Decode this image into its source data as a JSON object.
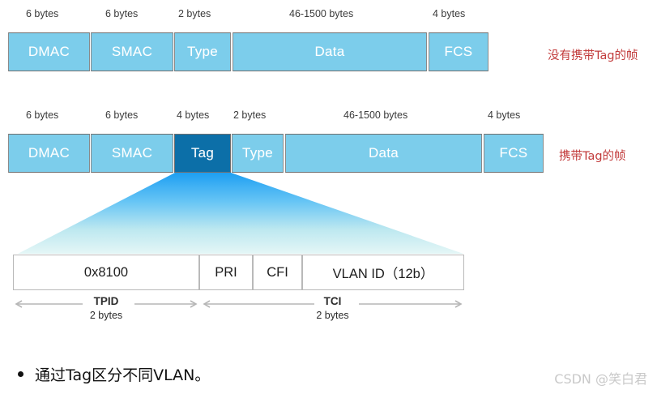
{
  "frames": [
    {
      "id": "untagged-frame",
      "annotation": "没有携带Tag的帧",
      "fields": [
        {
          "name": "DMAC",
          "size": "6 bytes",
          "highlight": false
        },
        {
          "name": "SMAC",
          "size": "6 bytes",
          "highlight": false
        },
        {
          "name": "Type",
          "size": "2 bytes",
          "highlight": false
        },
        {
          "name": "Data",
          "size": "46-1500 bytes",
          "highlight": false
        },
        {
          "name": "FCS",
          "size": "4 bytes",
          "highlight": false
        }
      ]
    },
    {
      "id": "tagged-frame",
      "annotation": "携带Tag的帧",
      "fields": [
        {
          "name": "DMAC",
          "size": "6 bytes",
          "highlight": false
        },
        {
          "name": "SMAC",
          "size": "6 bytes",
          "highlight": false
        },
        {
          "name": "Tag",
          "size": "4 bytes",
          "highlight": true
        },
        {
          "name": "Type",
          "size": "2 bytes",
          "highlight": false
        },
        {
          "name": "Data",
          "size": "46-1500 bytes",
          "highlight": false
        },
        {
          "name": "FCS",
          "size": "4 bytes",
          "highlight": false
        }
      ]
    }
  ],
  "tag_detail": {
    "fields": [
      {
        "name": "0x8100"
      },
      {
        "name": "PRI"
      },
      {
        "name": "CFI"
      },
      {
        "name": "VLAN ID（12b）"
      }
    ],
    "measures": [
      {
        "name": "TPID",
        "size": "2 bytes"
      },
      {
        "name": "TCI",
        "size": "2 bytes"
      }
    ]
  },
  "bullet": {
    "text": "通过Tag区分不同VLAN。"
  },
  "watermark": {
    "text": "CSDN @笑白君"
  },
  "colors": {
    "cell_fill": "#7ccdeb",
    "cell_highlight": "#0c6fa8",
    "cell_border": "#8a8a8a",
    "annotation_red": "#c23b3b",
    "funnel_top": "#29a3f0",
    "funnel_bottom": "#e2f5f6"
  }
}
